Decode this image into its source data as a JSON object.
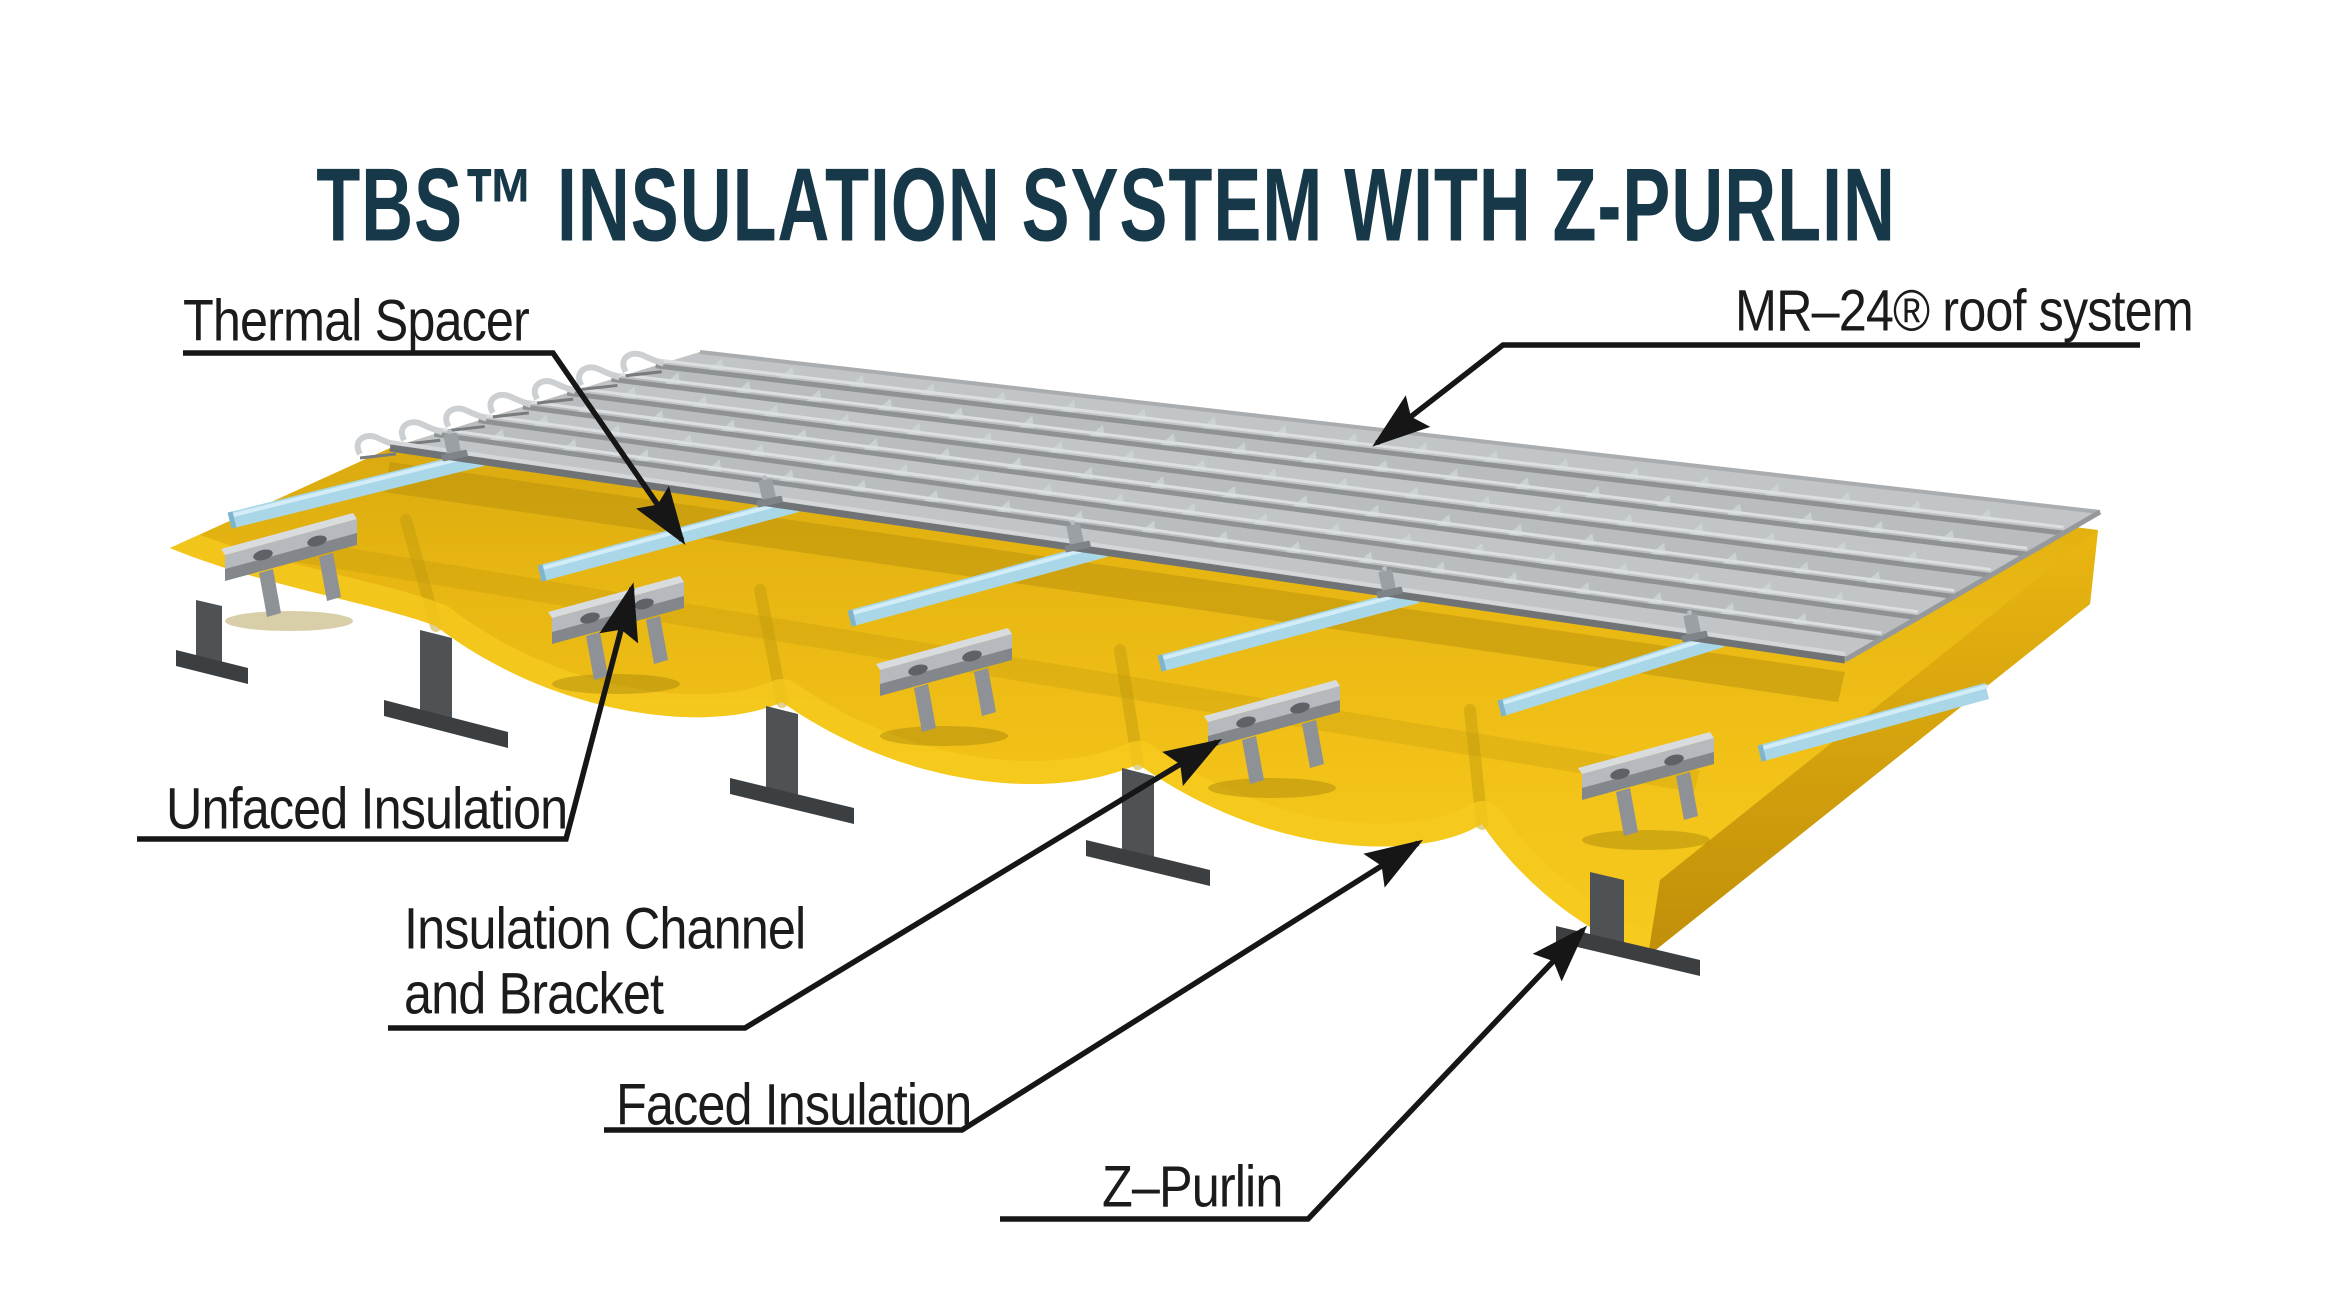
{
  "title": "TBS™ INSULATION SYSTEM WITH Z-PURLIN",
  "labels": {
    "thermal_spacer": "Thermal Spacer",
    "roof_system": "MR–24® roof system",
    "unfaced_insulation": "Unfaced Insulation",
    "insulation_channel": "Insulation Channel",
    "insulation_channel_2": "and Bracket",
    "faced_insulation": "Faced Insulation",
    "z_purlin": "Z–Purlin"
  },
  "colors": {
    "title": "#163849",
    "label_text": "#1b1b1b",
    "leader_line": "#161616",
    "insulation_yellow": "#EFBE14",
    "insulation_yellow_dark": "#B8900B",
    "insulation_highlight": "#F7CB1F",
    "thermal_spacer_blue": "#A9D7E8",
    "roof_gray": "#BCC0C2",
    "roof_seam_gray": "#8E9294",
    "purlin_dark": "#4E5255",
    "bracket_gray": "#B6BABE",
    "background": "#FFFFFF"
  }
}
